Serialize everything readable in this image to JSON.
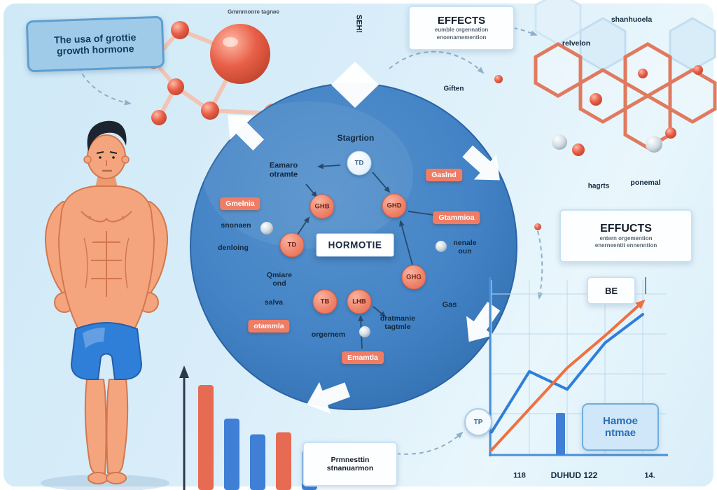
{
  "palette": {
    "background_top": "#cfe9f7",
    "background_bottom": "#e9f6fc",
    "circle_blue": "#3c7cc0",
    "accent_salmon": "#ef7d66",
    "accent_red": "#e06048",
    "accent_blue": "#2f7fd9",
    "text_dark": "#12293f"
  },
  "top_left_box": {
    "line1": "The usa of grottie",
    "line2": "growth hormone"
  },
  "molecule_caption": "Gmmrnonre tagrwe",
  "seh_label": "SEH!",
  "effects_box": {
    "title": "EFFECTS",
    "line1": "eumble orgennation",
    "line2": "enoenamemention"
  },
  "giften_label": "Giften",
  "hex_area": {
    "shanhuoela": "shanhuoela",
    "relvelon": "relvelon",
    "hagrts": "hagrts",
    "ponemal": "ponemal"
  },
  "effucts_box": {
    "title": "EFFUCTS",
    "line1": "entern orgemention",
    "line2": "enerneentit ennenntion"
  },
  "be_label": "BE",
  "cycle": {
    "center": "HORMOTIE",
    "stagrtion": "Stagrtion",
    "top_bubble": "TD",
    "eamaro_line1": "Eamaro",
    "eamaro_line2": "otramte",
    "snonaen": "snonaen",
    "denloing": "denloing",
    "qmiare_line1": "Qmiare",
    "qmiare_line2": "ond",
    "salva": "salva",
    "orgernem": "orgernem",
    "dratmanie_line1": "dratmanie",
    "dratmanie_line2": "tagtmle",
    "nenale_line1": "nenale",
    "nenale_line2": "oun",
    "gas": "Gas",
    "pill_gmelnia": "Gmelnia",
    "pill_gaslnd": "Gaslnd",
    "pill_gtammioa": "Gtammioa",
    "pill_otammla": "otammla",
    "pill_emamtla": "Emamtla",
    "bubble_ghb": "GHB",
    "bubble_ghd": "GHD",
    "bubble_td": "TD",
    "bubble_tb": "TB",
    "bubble_lhb": "LHB",
    "bubble_ghg": "GHG"
  },
  "bottom_caption": {
    "line1": "Prmnesttin",
    "line2": "stnanuarmon"
  },
  "tp_bubble": "TP",
  "hamoe_box": {
    "line1": "Hamoe",
    "line2": "ntmae"
  },
  "chart_data": [
    {
      "type": "bar",
      "categories": [
        "",
        "",
        "",
        "",
        ""
      ],
      "values": [
        100,
        68,
        53,
        55,
        38
      ],
      "colors": [
        "#e76a52",
        "#3f7fd6",
        "#3f7fd6",
        "#e76a52",
        "#3f7fd6"
      ],
      "title": "",
      "xlabel": "",
      "ylabel": "",
      "ylim": [
        0,
        100
      ],
      "grid": false,
      "legend": "none"
    },
    {
      "type": "line",
      "x": [
        1,
        2,
        3,
        4,
        5
      ],
      "series": [
        {
          "name": "blue-line",
          "color": "#2f7fd9",
          "values": [
            12,
            46,
            36,
            62,
            78
          ],
          "arrow": false
        },
        {
          "name": "orange-line",
          "color": "#f0703f",
          "values": [
            2,
            25,
            48,
            66,
            85
          ],
          "arrow": true
        }
      ],
      "x_tick_labels": [
        "118",
        "DUHUD 122",
        "14."
      ],
      "title": "",
      "xlabel": "",
      "ylabel": "",
      "ylim": [
        0,
        100
      ],
      "grid": true,
      "legend": "none"
    }
  ]
}
